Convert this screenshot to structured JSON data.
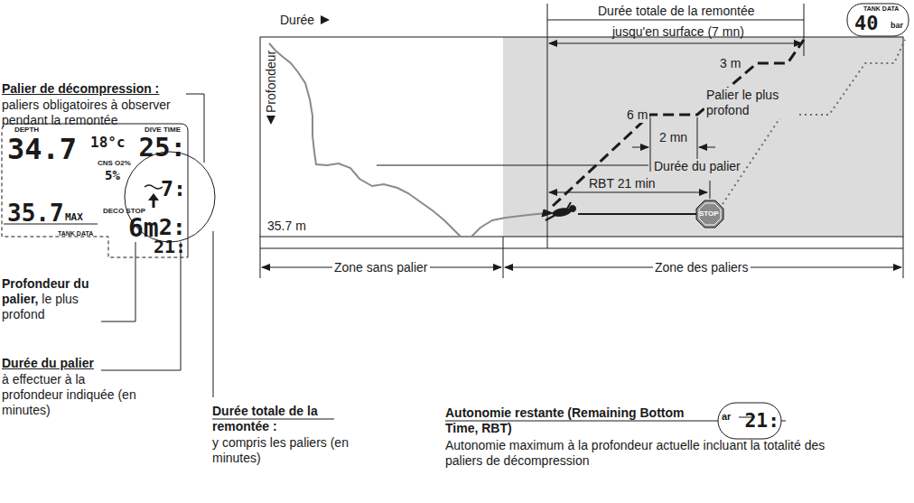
{
  "diagram": {
    "nodes": [
      {
        "text": [
          "DEPTH",
          "34.7",
          "18°c",
          "DIVE TIME",
          "25:",
          "CNS O2%",
          "5%",
          "7:",
          "35.7",
          "MAX",
          "DECO STOP",
          "6m",
          "2:",
          "TANK DATA",
          "21:"
        ]
      },
      {
        "text": [
          "TANK DATA",
          "40",
          "bar"
        ]
      },
      {
        "text": [
          "STOP"
        ]
      },
      {
        "text": [
          "ar",
          "21:"
        ]
      }
    ],
    "labels": [
      "Palier de décompression :",
      "paliers obligatoires à observer pendant la remontée",
      "Profondeur du palier,",
      "le plus profond",
      "Durée du palier",
      "à effectuer à la profondeur indiquée (en minutes)",
      "Durée totale de la remontée :",
      "y compris les paliers (en minutes)",
      "Autonomie restante (Remaining Bottom Time, RBT)",
      "Autonomie maximum à la profondeur actuelle incluant la totalité des paliers de décompression",
      "Durée",
      "Profondeur",
      "Durée totale de la remontée",
      "jusqu'en surface (7 mn)",
      "3 m",
      "6 m",
      "Palier le plus profond",
      "2 mn",
      "Durée du palier",
      "RBT 21 min",
      "35.7 m",
      "Zone sans palier",
      "Zone des paliers"
    ]
  }
}
